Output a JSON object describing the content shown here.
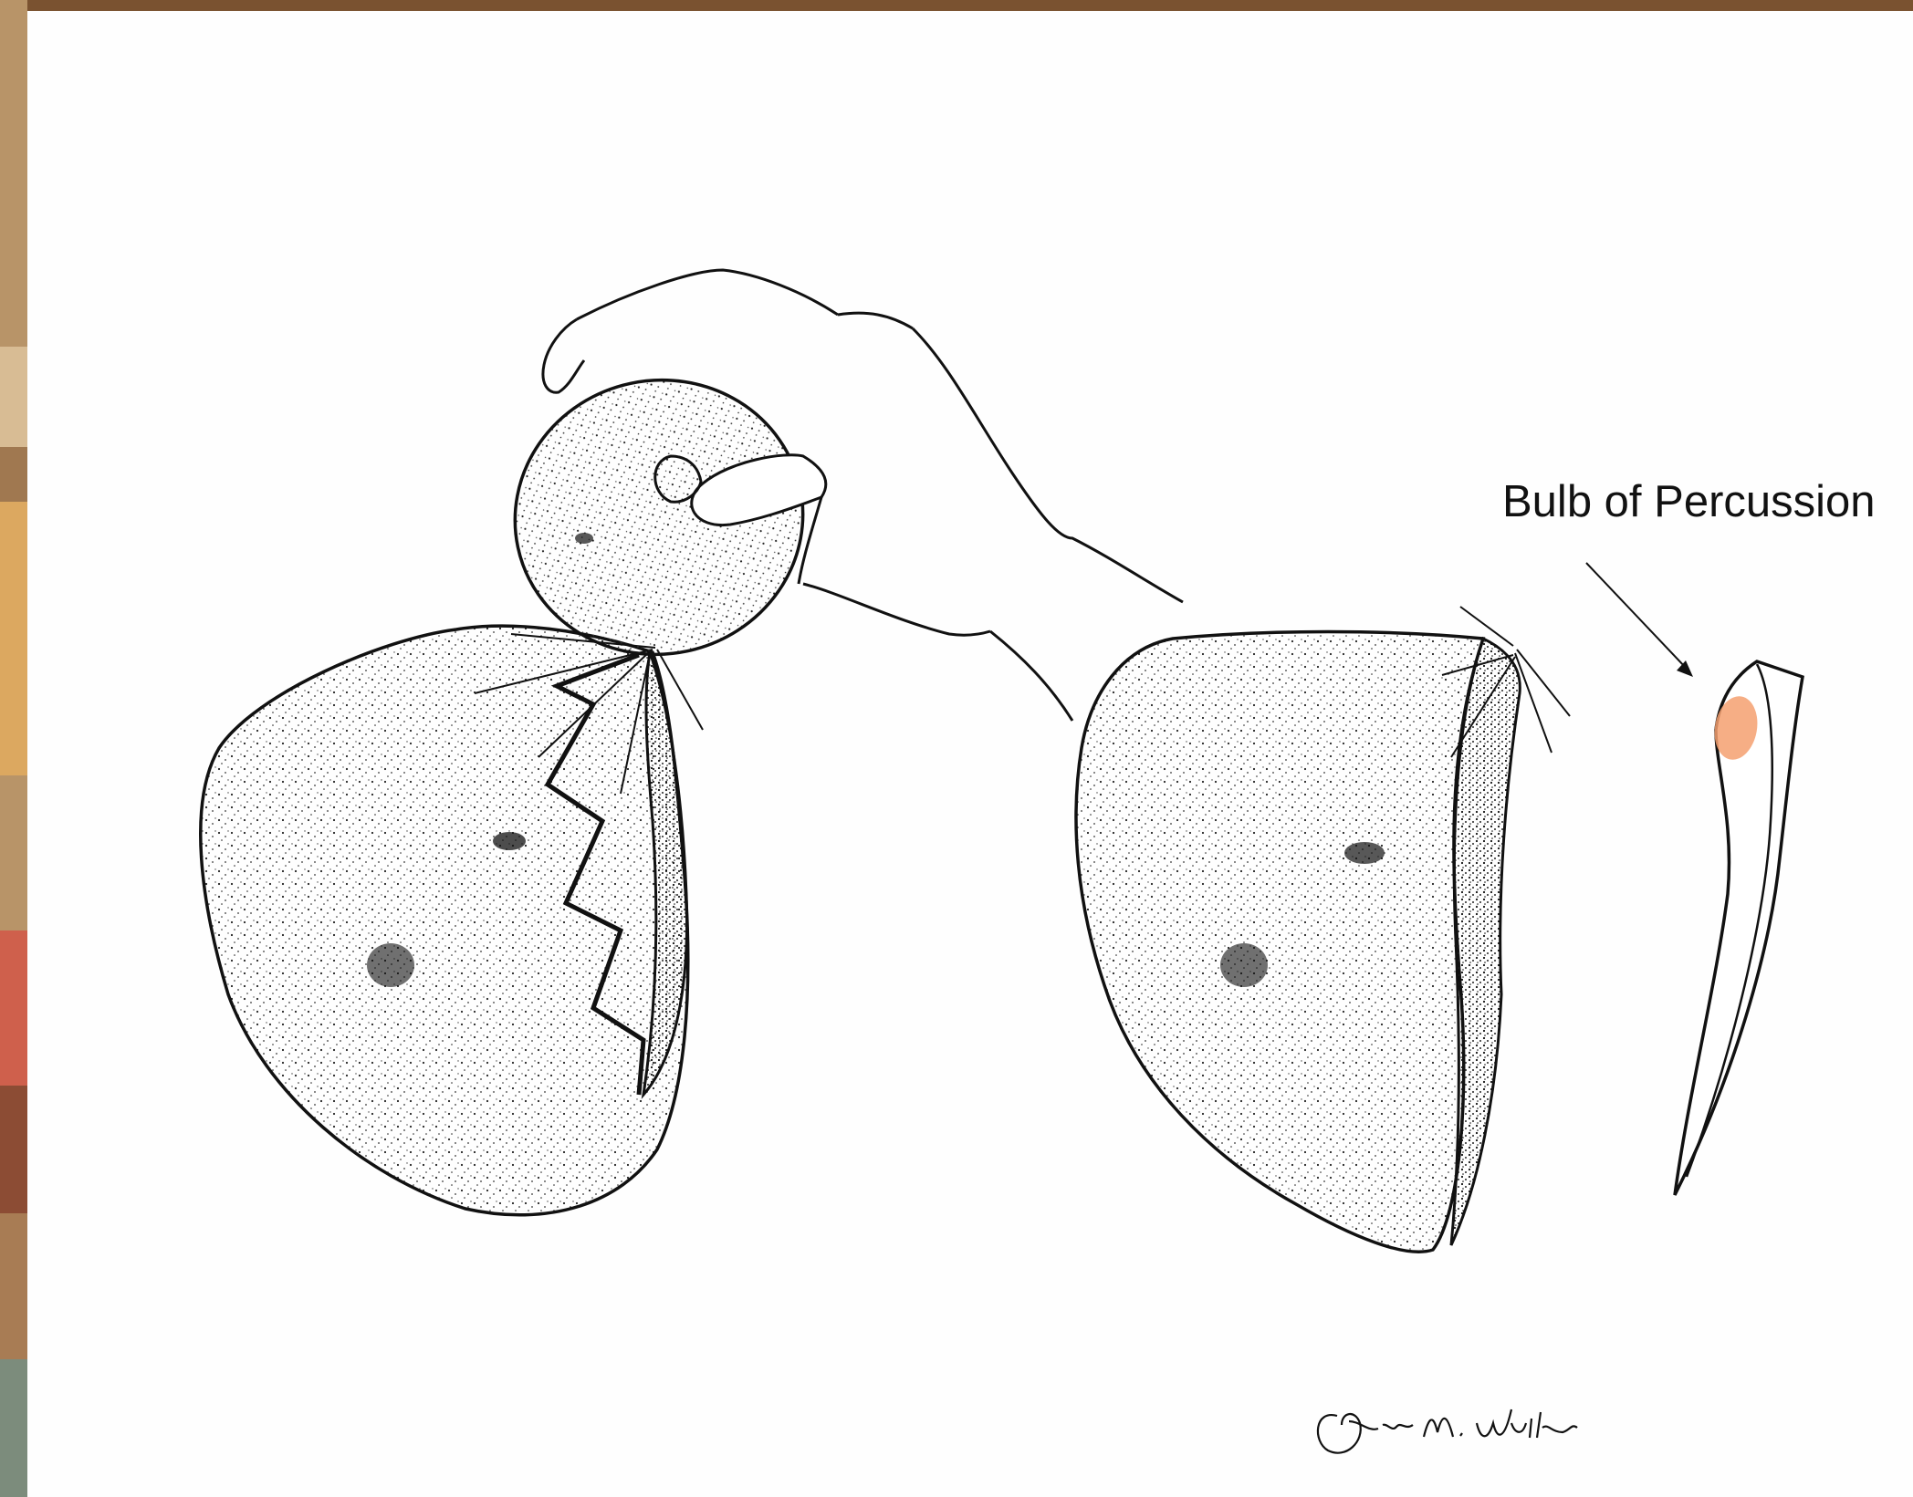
{
  "annotation": {
    "label": "Bulb of Percussion",
    "bulb_highlight_color": "#f4a070"
  },
  "signature": {
    "text": "Donna M. Walker"
  },
  "colors": {
    "frame_top": "#7a5230",
    "frame_left_bands": [
      "#b89468",
      "#d4b088",
      "#e0c498",
      "#a07850",
      "#d8a860",
      "#e4b060",
      "#b89468",
      "#d0604c",
      "#8c4c34",
      "#a87c54",
      "#7c8c7c"
    ],
    "ink": "#111111",
    "paper": "#fefefe"
  },
  "icons": {
    "hand": "hand-holding-hammerstone",
    "core_left": "cobble-core-with-fracture",
    "core_right": "core-after-flake-removal",
    "flake": "detached-flake"
  }
}
